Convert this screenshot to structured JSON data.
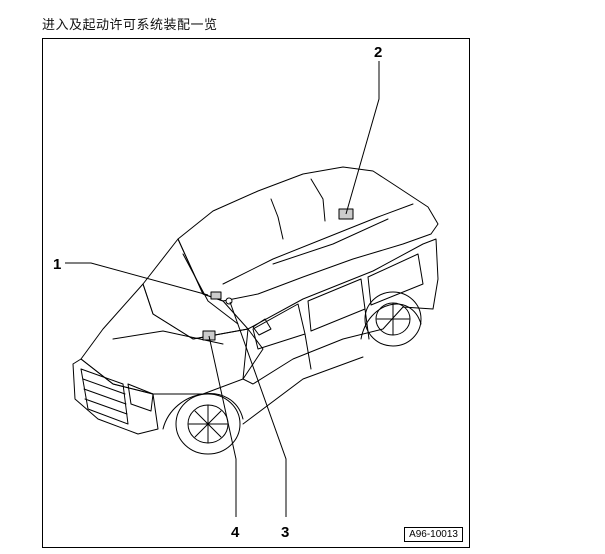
{
  "page": {
    "title": "进入及起动许可系统装配一览"
  },
  "figure": {
    "code": "A96-10013",
    "callouts": [
      {
        "id": "1",
        "label": "1"
      },
      {
        "id": "2",
        "label": "2"
      },
      {
        "id": "3",
        "label": "3"
      },
      {
        "id": "4",
        "label": "4"
      }
    ]
  }
}
